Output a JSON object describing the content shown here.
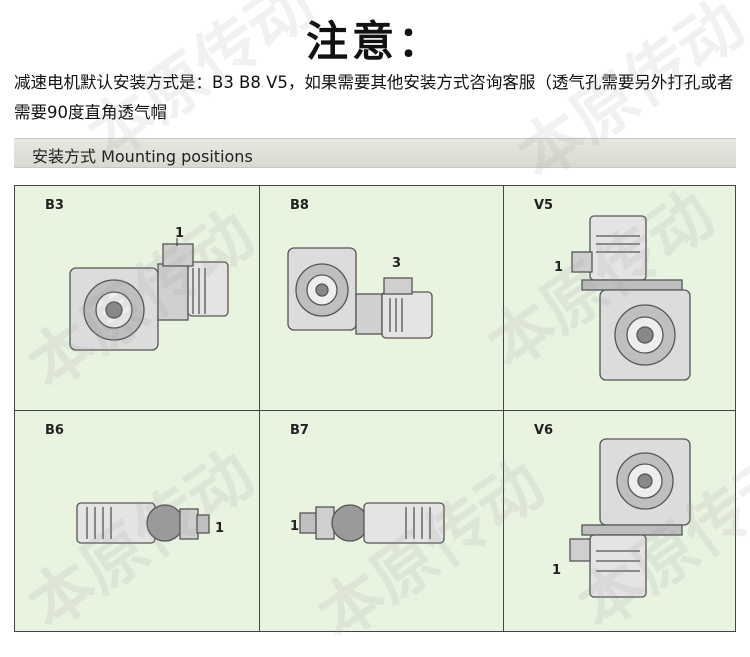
{
  "title": "注意：",
  "notice": "减速电机默认安装方式是：B3  B8  V5，如果需要其他安装方式咨询客服（透气孔需要另外打孔或者需要90度直角透气帽",
  "section_title": "安装方式 Mounting positions",
  "watermark": "本原传动",
  "positions": [
    {
      "label": "B3",
      "marker": "1"
    },
    {
      "label": "B8",
      "marker": "3"
    },
    {
      "label": "V5",
      "marker": "1"
    },
    {
      "label": "B6",
      "marker": "1"
    },
    {
      "label": "B7",
      "marker": "1"
    },
    {
      "label": "V6",
      "marker": "1"
    }
  ]
}
